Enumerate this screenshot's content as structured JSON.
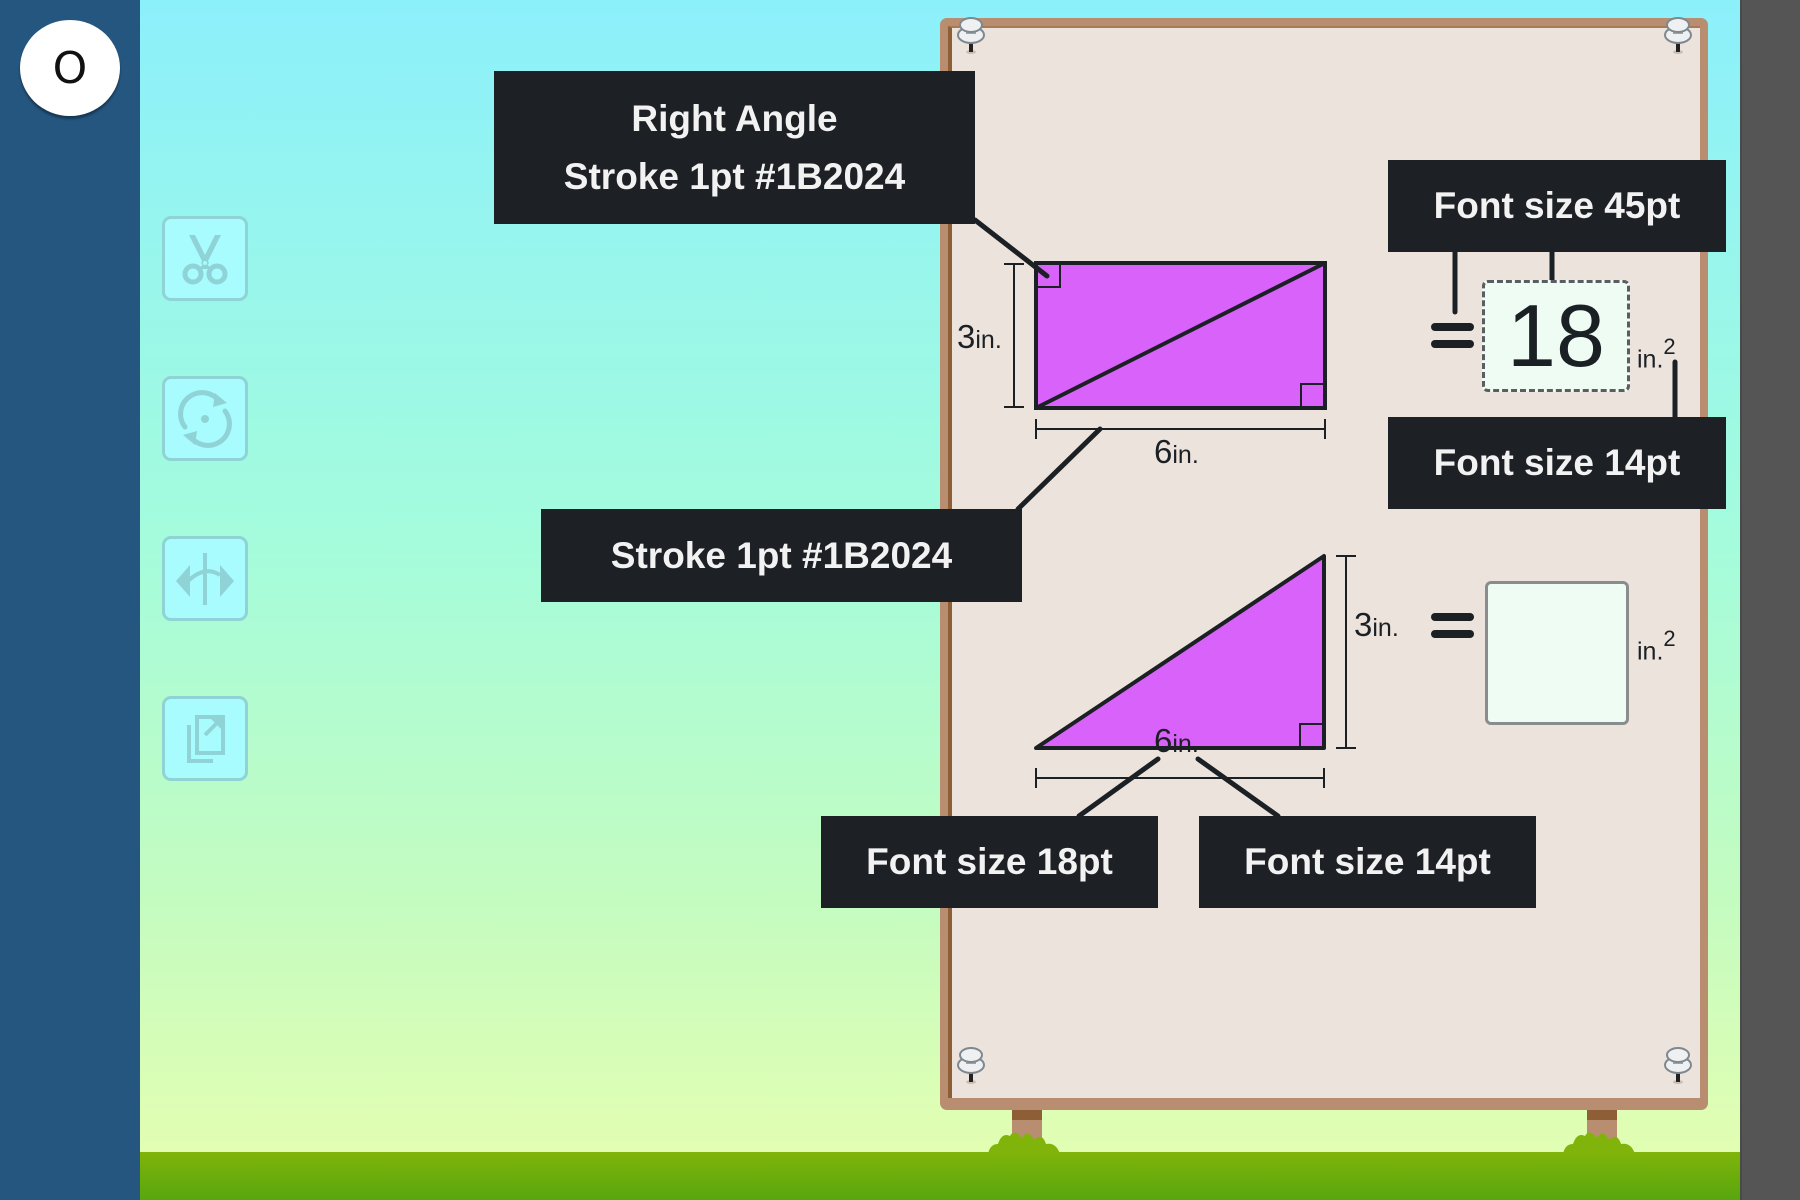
{
  "sidebar": {
    "round_button_label": "O"
  },
  "tools": [
    {
      "name": "cut",
      "icon": "scissors-icon"
    },
    {
      "name": "rotate",
      "icon": "rotate-icon"
    },
    {
      "name": "flip",
      "icon": "flip-icon"
    },
    {
      "name": "duplicate",
      "icon": "duplicate-icon"
    }
  ],
  "callouts": {
    "right_angle_line1": "Right Angle",
    "right_angle_line2": "Stroke 1pt #1B2024",
    "stroke": "Stroke 1pt #1B2024",
    "font_45": "Font size 45pt",
    "font_14_top": "Font size 14pt",
    "font_18": "Font size 18pt",
    "font_14_bottom": "Font size 14pt"
  },
  "rectangle_problem": {
    "height_value": "3",
    "height_unit": "in.",
    "width_value": "6",
    "width_unit": "in.",
    "equals": "=",
    "answer": "18",
    "answer_unit": "in.",
    "answer_unit_exp": "2"
  },
  "triangle_problem": {
    "height_value": "3",
    "height_unit": "in.",
    "width_value": "6",
    "width_unit": "in.",
    "equals": "=",
    "answer": "",
    "answer_unit": "in.",
    "answer_unit_exp": "2"
  },
  "colors": {
    "shape_fill": "#D962FB",
    "stroke": "#1B2024",
    "callout_bg": "#1D2125",
    "sidebar": "#245680",
    "board": "#EDE3DD"
  }
}
